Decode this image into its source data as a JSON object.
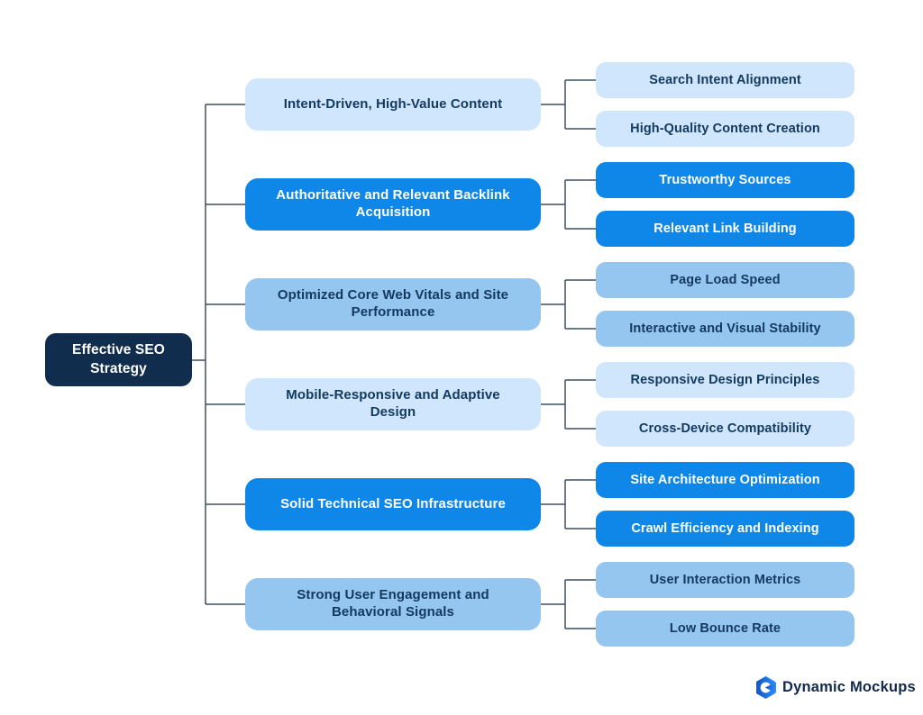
{
  "title": "Effective SEO Strategy mind map",
  "colors": {
    "root_bg": "#112D4E",
    "root_text": "#FFFFFF",
    "bright_bg": "#0E87E9",
    "bright_text": "#FFFFFF",
    "light_bg": "#CFE6FD",
    "medium_bg": "#94C6F0",
    "node_text": "#14395F",
    "line": "#3D4F63",
    "logo_text": "#13294B"
  },
  "tree": {
    "root": "Effective SEO Strategy",
    "branches": [
      {
        "label": "Intent-Driven, High-Value Content",
        "variant": "light",
        "children": [
          "Search Intent Alignment",
          "High-Quality Content Creation"
        ]
      },
      {
        "label": "Authoritative and Relevant Backlink Acquisition",
        "variant": "bright",
        "children": [
          "Trustworthy Sources",
          "Relevant Link Building"
        ]
      },
      {
        "label": "Optimized Core Web Vitals and Site Performance",
        "variant": "medium",
        "children": [
          "Page Load Speed",
          "Interactive and Visual Stability"
        ]
      },
      {
        "label": "Mobile-Responsive and Adaptive Design",
        "variant": "light",
        "children": [
          "Responsive Design Principles",
          "Cross-Device Compatibility"
        ]
      },
      {
        "label": "Solid Technical SEO Infrastructure",
        "variant": "bright",
        "children": [
          "Site Architecture Optimization",
          "Crawl Efficiency and Indexing"
        ]
      },
      {
        "label": "Strong User Engagement and Behavioral Signals",
        "variant": "medium",
        "children": [
          "User Interaction Metrics",
          "Low Bounce Rate"
        ]
      }
    ]
  },
  "footer": {
    "brand": "Dynamic Mockups",
    "logo_icon": "dynamic-mockups-hexagon"
  }
}
